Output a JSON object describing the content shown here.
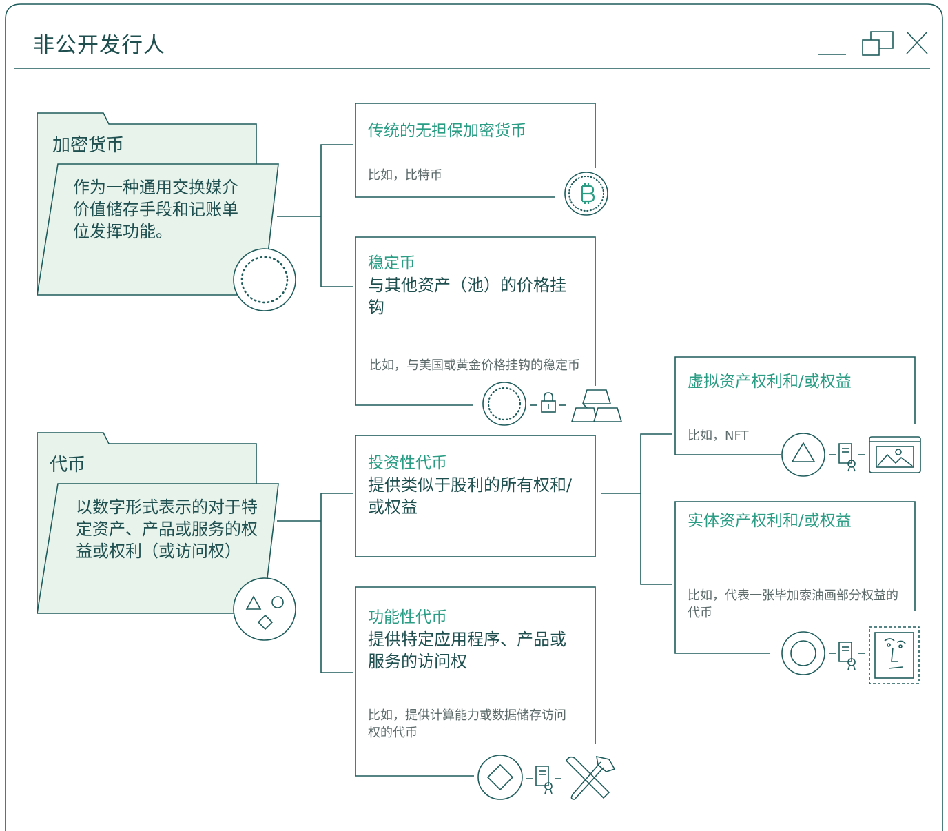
{
  "window": {
    "title": "非公开发行人",
    "controls": {
      "minimize": "minimize-icon",
      "restore": "restore-icon",
      "close": "close-icon"
    }
  },
  "colors": {
    "stroke": "#1f5c5c",
    "accent": "#2a9d84",
    "folder_fill": "#e8f3ec",
    "text": "#1f4f4f",
    "muted": "#5d6b6b"
  },
  "groups": [
    {
      "folder": {
        "title": "加密货币",
        "description": "作为一种通用交换媒介价值储存手段和记账单位发挥功能。",
        "icon": "dotted-coin-icon"
      },
      "boxes": [
        {
          "title": "传统的无担保加密货币",
          "subtitle": "",
          "example": "比如，比特币",
          "icons": [
            "bitcoin-icon"
          ]
        },
        {
          "title": "稳定币",
          "subtitle": "与其他资产（池）的价格挂钩",
          "example": "比如，与美国或黄金价格挂钩的稳定币",
          "icons": [
            "dotted-coin-icon",
            "lock-icon",
            "gold-bars-icon"
          ]
        }
      ]
    },
    {
      "folder": {
        "title": "代币",
        "description": "以数字形式表示的对于特定资产、产品或服务的权益或权利（或访问权）",
        "icon": "shapes-token-icon"
      },
      "boxes": [
        {
          "title": "投资性代币",
          "subtitle": "提供类似于股利的所有权和/或权益",
          "example": "",
          "icons": []
        },
        {
          "title": "功能性代币",
          "subtitle": "提供特定应用程序、产品或服务的访问权",
          "example": "比如，提供计算能力或数据储存访问权的代币",
          "icons": [
            "diamond-token-icon",
            "certificate-icon",
            "tools-icon"
          ]
        }
      ],
      "subboxes": [
        {
          "title": "虚拟资产权利和/或权益",
          "example": "比如，NFT",
          "icons": [
            "triangle-token-icon",
            "certificate-icon",
            "image-icon"
          ]
        },
        {
          "title": "实体资产权利和/或权益",
          "example": "比如，代表一张毕加索油画部分权益的代币",
          "icons": [
            "circle-token-icon",
            "certificate-icon",
            "stamp-portrait-icon"
          ]
        }
      ]
    }
  ]
}
